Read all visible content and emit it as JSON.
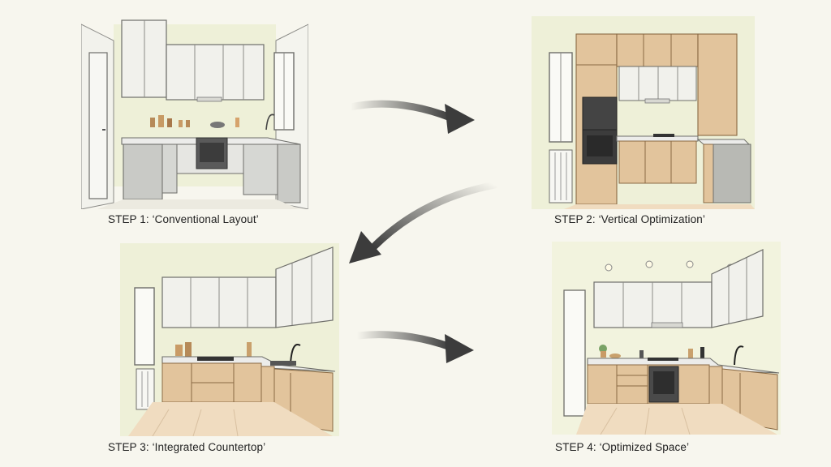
{
  "steps": [
    {
      "label": "STEP 1: ‘Conventional Layout’"
    },
    {
      "label": "STEP 2: ‘Vertical Optimization’"
    },
    {
      "label": "STEP 3: ‘Integrated Countertop’"
    },
    {
      "label": "STEP 4: ‘Optimized Space’"
    }
  ],
  "colors": {
    "background": "#f7f6ee",
    "wall": "#eef0d8",
    "cabinet_white": "#f1f1ec",
    "wood": "#e2c49c",
    "grey_cabinet": "#c9cac6",
    "floor": "#f0dcc0",
    "arrow": "#3c3c3c"
  }
}
